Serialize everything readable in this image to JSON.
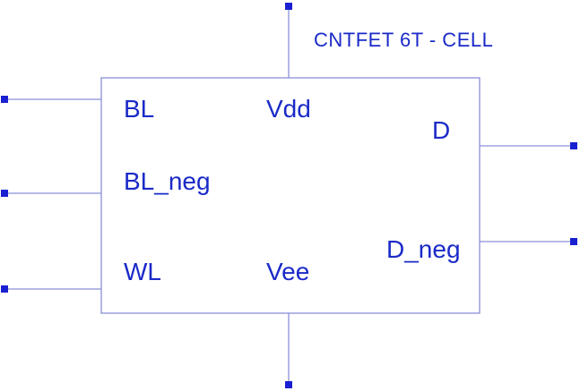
{
  "title": "CNTFET 6T - CELL",
  "ports": {
    "bl": "BL",
    "bl_neg": "BL_neg",
    "wl": "WL",
    "vdd": "Vdd",
    "vee": "Vee",
    "d": "D",
    "d_neg": "D_neg"
  },
  "colors": {
    "wire": "#8a90d8",
    "pin": "#1a1fd1",
    "text": "#1a2ac8"
  }
}
